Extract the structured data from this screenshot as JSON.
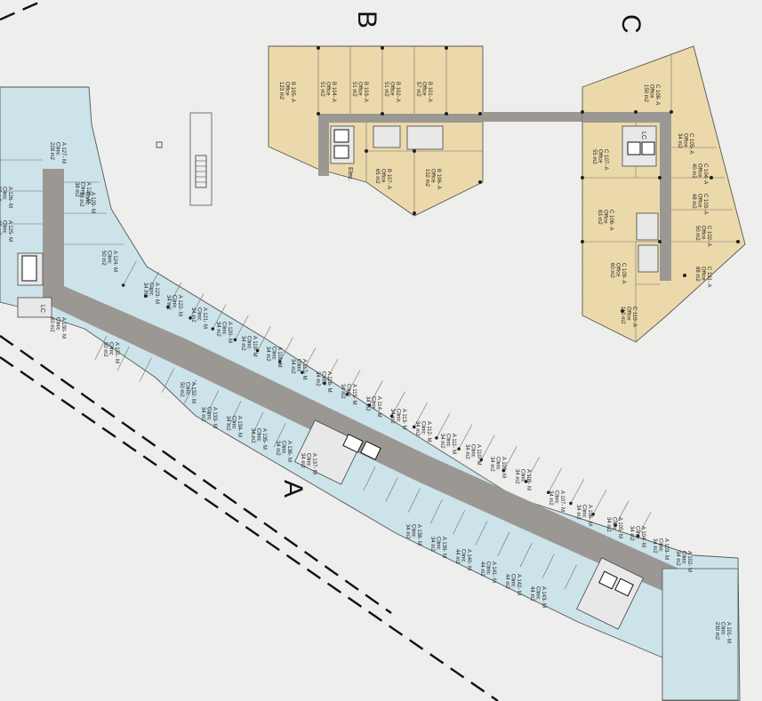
{
  "blocks": {
    "A": {
      "label": "A",
      "units": [
        {
          "id": "A 127- M",
          "use": "Clinic",
          "area": "228 m2"
        },
        {
          "id": "A 126- M",
          "use": "Clinic",
          "area": "38 m2"
        },
        {
          "id": "A 125- M",
          "use": "Clinic",
          "area": "38 m2"
        },
        {
          "id": "A 128- M",
          "use": "Clinic",
          "area": "38 m2"
        },
        {
          "id": "A 129- M",
          "use": "Clinic",
          "area": "38 m2"
        },
        {
          "id": "A 124- M",
          "use": "Clinic",
          "area": "50 m2"
        },
        {
          "id": "A 123- M",
          "use": "Clinic",
          "area": "34 m2"
        },
        {
          "id": "A 122- M",
          "use": "Clinic",
          "area": "34 m2"
        },
        {
          "id": "A 121- M",
          "use": "Clinic",
          "area": "34 m2"
        },
        {
          "id": "A 120- M",
          "use": "Clinic",
          "area": "34 m2"
        },
        {
          "id": "A 119- M",
          "use": "Clinic",
          "area": "34 m2"
        },
        {
          "id": "A 118- M",
          "use": "Clinic",
          "area": "34 m2"
        },
        {
          "id": "A 117- M",
          "use": "Clinic",
          "area": "34 m2"
        },
        {
          "id": "A 116- M",
          "use": "Clinic",
          "area": "34 m2"
        },
        {
          "id": "A 115- M",
          "use": "Clinic",
          "area": "34 m2"
        },
        {
          "id": "A 114- M",
          "use": "Clinic",
          "area": "34 m2"
        },
        {
          "id": "A 113- M",
          "use": "Clinic",
          "area": "34 m2"
        },
        {
          "id": "A 112- M",
          "use": "Clinic",
          "area": "34 m2"
        },
        {
          "id": "A 111- M",
          "use": "Clinic",
          "area": "34 m2"
        },
        {
          "id": "A 110- M",
          "use": "Clinic",
          "area": "34 m2"
        },
        {
          "id": "A 109- M",
          "use": "Clinic",
          "area": "34 m2"
        },
        {
          "id": "A 108- M",
          "use": "Clinic",
          "area": "34 m2"
        },
        {
          "id": "A 107- M",
          "use": "Clinic",
          "area": "34 m2"
        },
        {
          "id": "A 106- M",
          "use": "Clinic",
          "area": "34 m2"
        },
        {
          "id": "A 105- M",
          "use": "Clinic",
          "area": "34 m2"
        },
        {
          "id": "A 104- M",
          "use": "Clinic",
          "area": "34 m2"
        },
        {
          "id": "A 103- M",
          "use": "Clinic",
          "area": "34 m2"
        },
        {
          "id": "A 102- M",
          "use": "Clinic",
          "area": "34 m2"
        },
        {
          "id": "A 101- M",
          "use": "Clinic",
          "area": "230 m2"
        },
        {
          "id": "A 130- M",
          "use": "Clinic",
          "area": "60 m2"
        },
        {
          "id": "A 131- M",
          "use": "Clinic",
          "area": "50 m2"
        },
        {
          "id": "A 132- M",
          "use": "Clinic",
          "area": "50 m2"
        },
        {
          "id": "A 133- M",
          "use": "Clinic",
          "area": "34 m2"
        },
        {
          "id": "A 134- M",
          "use": "Clinic",
          "area": "34 m2"
        },
        {
          "id": "A 135- M",
          "use": "Clinic",
          "area": "34 m2"
        },
        {
          "id": "A 136- M",
          "use": "Clinic",
          "area": "34 m2"
        },
        {
          "id": "A 137- M",
          "use": "Clinic",
          "area": "34 m2"
        },
        {
          "id": "A 138- M",
          "use": "Clinic",
          "area": "34 m2"
        },
        {
          "id": "A 139- M",
          "use": "Clinic",
          "area": "34 m2"
        },
        {
          "id": "A 140- M",
          "use": "Clinic",
          "area": "44 m2"
        },
        {
          "id": "A 141- M",
          "use": "Clinic",
          "area": "44 m2"
        },
        {
          "id": "A 142- M",
          "use": "Clinic",
          "area": "44 m2"
        },
        {
          "id": "A 143- M",
          "use": "Clinic",
          "area": "44 m2"
        }
      ]
    },
    "B": {
      "label": "B",
      "units": [
        {
          "id": "B 105- A",
          "use": "Office",
          "area": "123 m2"
        },
        {
          "id": "B 104- A",
          "use": "Office",
          "area": "51 m2"
        },
        {
          "id": "B 103- A",
          "use": "Office",
          "area": "51 m2"
        },
        {
          "id": "B 102- A",
          "use": "Office",
          "area": "51 m2"
        },
        {
          "id": "B 101- A",
          "use": "Office",
          "area": "57 m2"
        },
        {
          "id": "B 107- A",
          "use": "Office",
          "area": "65 m2"
        },
        {
          "id": "B 106- A",
          "use": "Office",
          "area": "102 m2"
        }
      ],
      "core_label": "Elec."
    },
    "C": {
      "label": "C",
      "units": [
        {
          "id": "C 108- A",
          "use": "Office",
          "area": "150 m2"
        },
        {
          "id": "C 105- A",
          "use": "Office",
          "area": "34 m2"
        },
        {
          "id": "C 104- A",
          "use": "Office",
          "area": "40 m2"
        },
        {
          "id": "C 103- A",
          "use": "Office",
          "area": "48 m2"
        },
        {
          "id": "C 102- A",
          "use": "Office",
          "area": "50 m2"
        },
        {
          "id": "C 107- A",
          "use": "Office",
          "area": "55 m2"
        },
        {
          "id": "C 106- A",
          "use": "Office",
          "area": "83 m2"
        },
        {
          "id": "C 109- A",
          "use": "Office",
          "area": "60 m2"
        },
        {
          "id": "C 101- A",
          "use": "Office",
          "area": "88 m2"
        },
        {
          "id": "C 110- A",
          "use": "Office",
          "area": "110 m2"
        }
      ],
      "core_label": "LC"
    }
  },
  "core_labels": {
    "lc_a": "LC"
  },
  "colors": {
    "clinic_fill": "#cde3ea",
    "office_fill": "#ecd9ab",
    "corridor": "#9b9894",
    "background": "#eeeeec"
  }
}
